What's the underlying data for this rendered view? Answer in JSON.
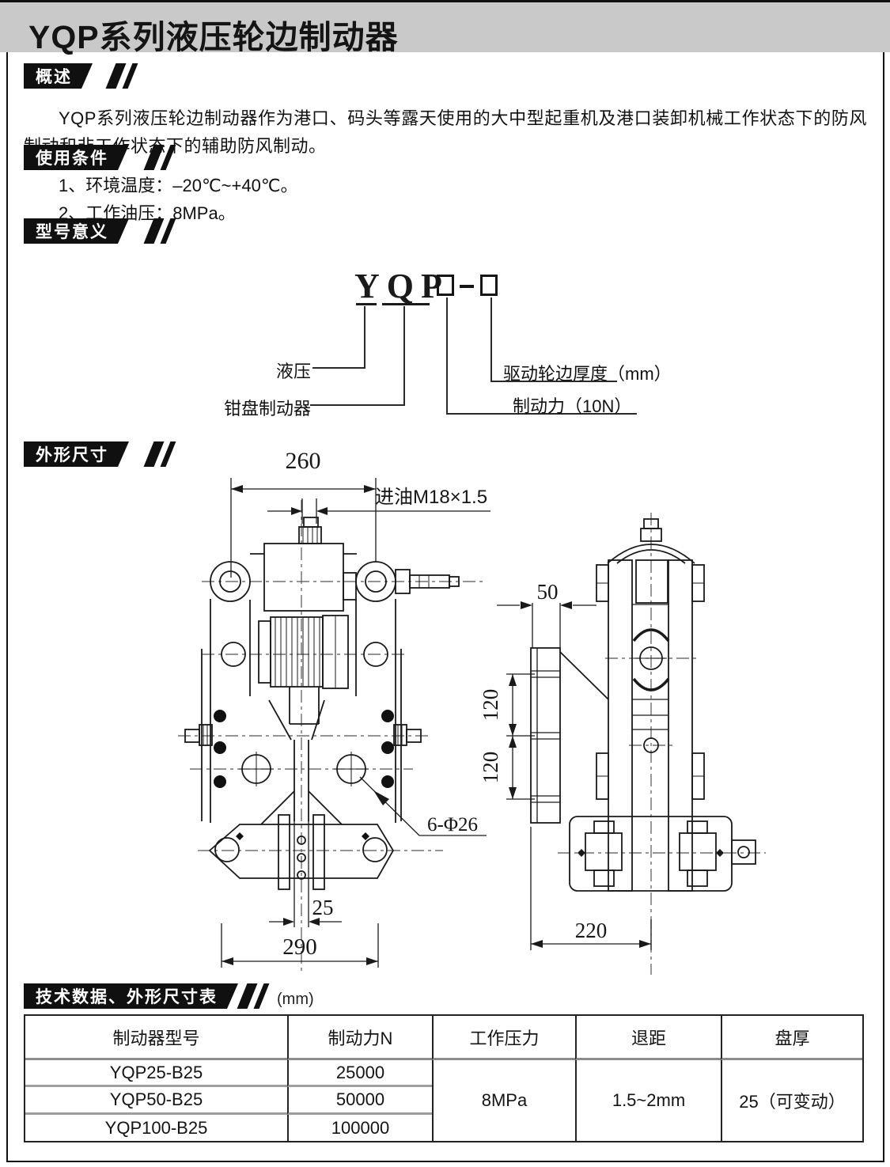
{
  "page": {
    "title": "YQP系列液压轮边制动器"
  },
  "sections": {
    "overview": {
      "label": "概述",
      "body": "YQP系列液压轮边制动器作为港口、码头等露天使用的大中型起重机及港口装卸机械工作状态下的防风制动和非工作状态下的辅助防风制动。"
    },
    "conditions": {
      "label": "使用条件",
      "items": [
        "1、环境温度：–20℃~+40℃。",
        "2、工作油压：8MPa。"
      ]
    },
    "model": {
      "label": "型号意义",
      "code": "YQP",
      "callouts": {
        "hydraulic": "液压",
        "caliper": "钳盘制动器",
        "force": "制动力（10N）",
        "rim": "驱动轮边厚度（mm）"
      }
    },
    "dimensions": {
      "label": "外形尺寸",
      "front_dims": {
        "overall_width": "260",
        "oil_inlet": "进油M18×1.5",
        "holes": "6-Φ26",
        "pad_gap": "25",
        "base_width": "290"
      },
      "side_dims": {
        "flange_width": "50",
        "hole_pitch_upper": "120",
        "hole_pitch_lower": "120",
        "base_depth": "220"
      }
    },
    "table_section": {
      "label": "技术数据、外形尺寸表",
      "unit": "(mm)"
    }
  },
  "table": {
    "headers": [
      "制动器型号",
      "制动力N",
      "工作压力",
      "退距",
      "盘厚"
    ],
    "rows": [
      {
        "model": "YQP25-B25",
        "force": "25000"
      },
      {
        "model": "YQP50-B25",
        "force": "50000"
      },
      {
        "model": "YQP100-B25",
        "force": "100000"
      }
    ],
    "merged": {
      "pressure": "8MPa",
      "retreat": "1.5~2mm",
      "disc": "25（可变动）"
    }
  },
  "colors": {
    "band": "#c9c9c9",
    "bar": "#101010",
    "ink": "#1a1a1a"
  }
}
